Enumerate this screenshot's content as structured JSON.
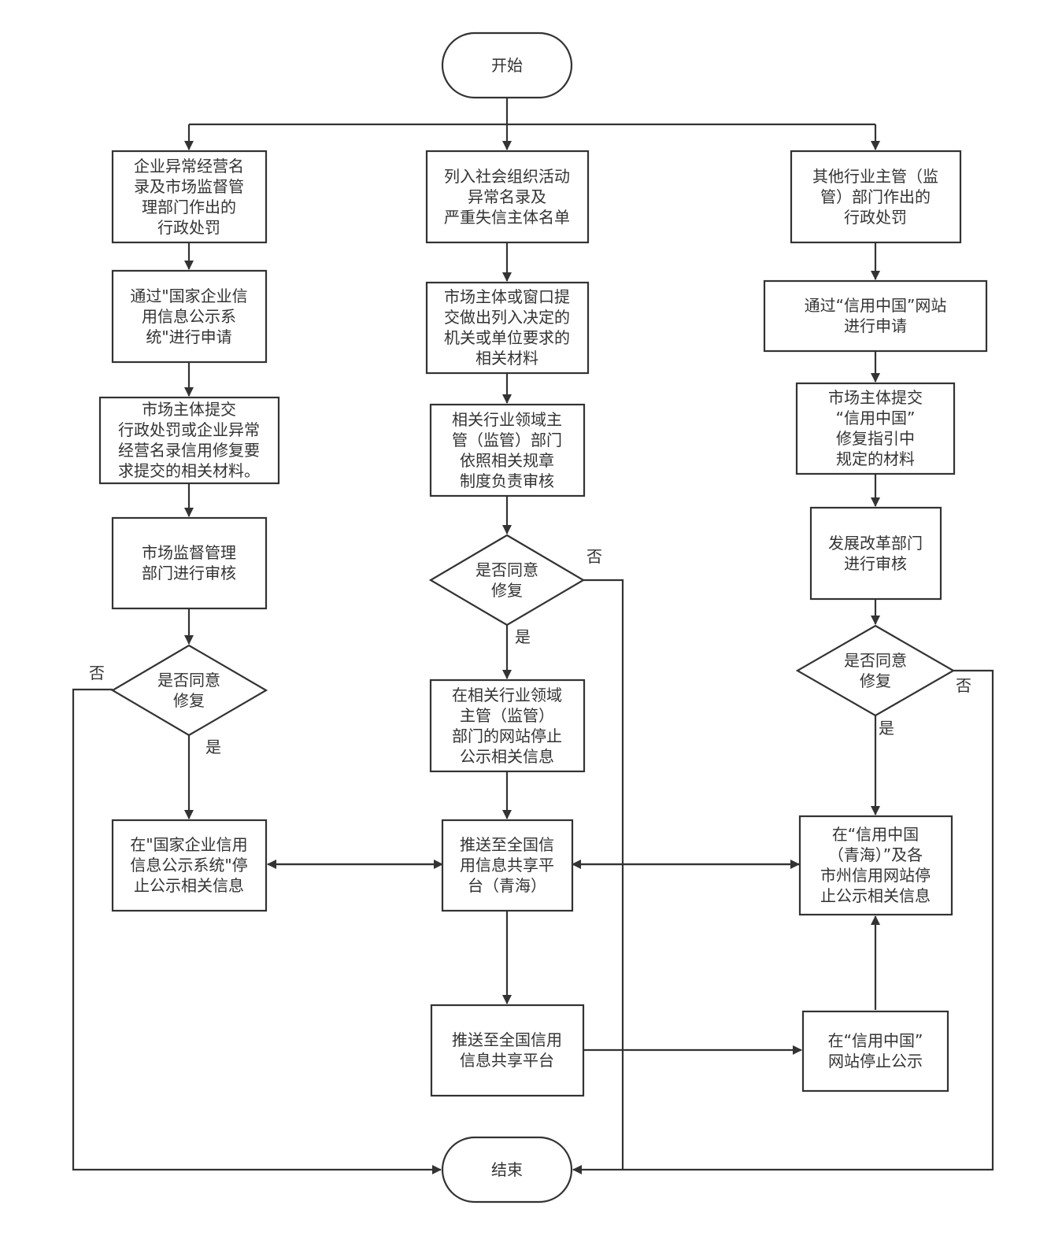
{
  "colors": {
    "stroke": "#333333",
    "text": "#333333",
    "background": "#ffffff"
  },
  "nodes": {
    "start": "开始",
    "end": "结束",
    "left": {
      "source": [
        "企业异常经营名",
        "录及市场监督管",
        "理部门作出的",
        "行政处罚"
      ],
      "apply": [
        "通过\"国家企业信",
        "用信息公示系",
        "统\"进行申请"
      ],
      "submit": [
        "市场主体提交",
        "行政处罚或企业异常",
        "经营名录信用修复要",
        "求提交的相关材料。"
      ],
      "review": [
        "市场监督管理",
        "部门进行审核"
      ],
      "decision": [
        "是否同意",
        "修复"
      ],
      "stop": [
        "在\"国家企业信用",
        "信息公示系统\"停",
        "止公示相关信息"
      ]
    },
    "middle": {
      "source": [
        "列入社会组织活动",
        "异常名录及",
        "严重失信主体名单"
      ],
      "submit": [
        "市场主体或窗口提",
        "交做出列入决定的",
        "机关或单位要求的",
        "相关材料"
      ],
      "review": [
        "相关行业领域主",
        "管（监管）部门",
        "依照相关规章",
        "制度负责审核"
      ],
      "decision": [
        "是否同意",
        "修复"
      ],
      "stop": [
        "在相关行业领域",
        "主管（监管）",
        "部门的网站停止",
        "公示相关信息"
      ],
      "push_qh": [
        "推送至全国信",
        "用信息共享平",
        "台（青海）"
      ],
      "push_national": [
        "推送至全国信用",
        "信息共享平台"
      ]
    },
    "right": {
      "source": [
        "其他行业主管（监",
        "管）部门作出的",
        "行政处罚"
      ],
      "apply": [
        "通过“信用中国”网站",
        "进行申请"
      ],
      "submit": [
        "市场主体提交",
        "“信用中国”",
        "修复指引中",
        "规定的材料"
      ],
      "review": [
        "发展改革部门",
        "进行审核"
      ],
      "decision": [
        "是否同意",
        "修复"
      ],
      "stop_qh": [
        "在“信用中国",
        "（青海）”及各",
        "市州信用网站停",
        "止公示相关信息"
      ],
      "stop_site": [
        "在“信用中国”",
        "网站停止公示"
      ]
    }
  },
  "edge_labels": {
    "yes": "是",
    "no": "否"
  }
}
